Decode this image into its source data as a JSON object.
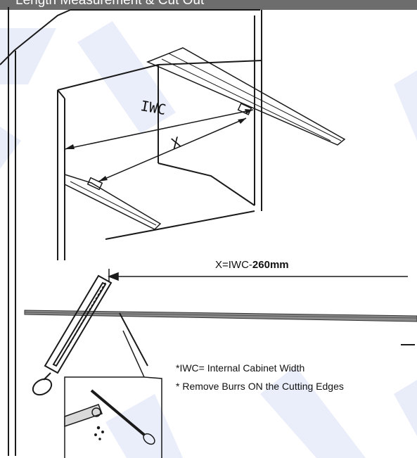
{
  "header": {
    "title": "Length Measurement & Cut Out"
  },
  "diagram": {
    "iwc_label": "IWC",
    "x_label": "X",
    "formula_prefix": "X=IWC-",
    "formula_value": "260mm",
    "note_1": "*IWC= Internal Cabinet Width",
    "note_2": "* Remove Burrs ON the Cutting Edges"
  },
  "colors": {
    "header_bg": "#6d6d6d",
    "watermark": "#5b73d9",
    "line": "#1a1a1a"
  }
}
